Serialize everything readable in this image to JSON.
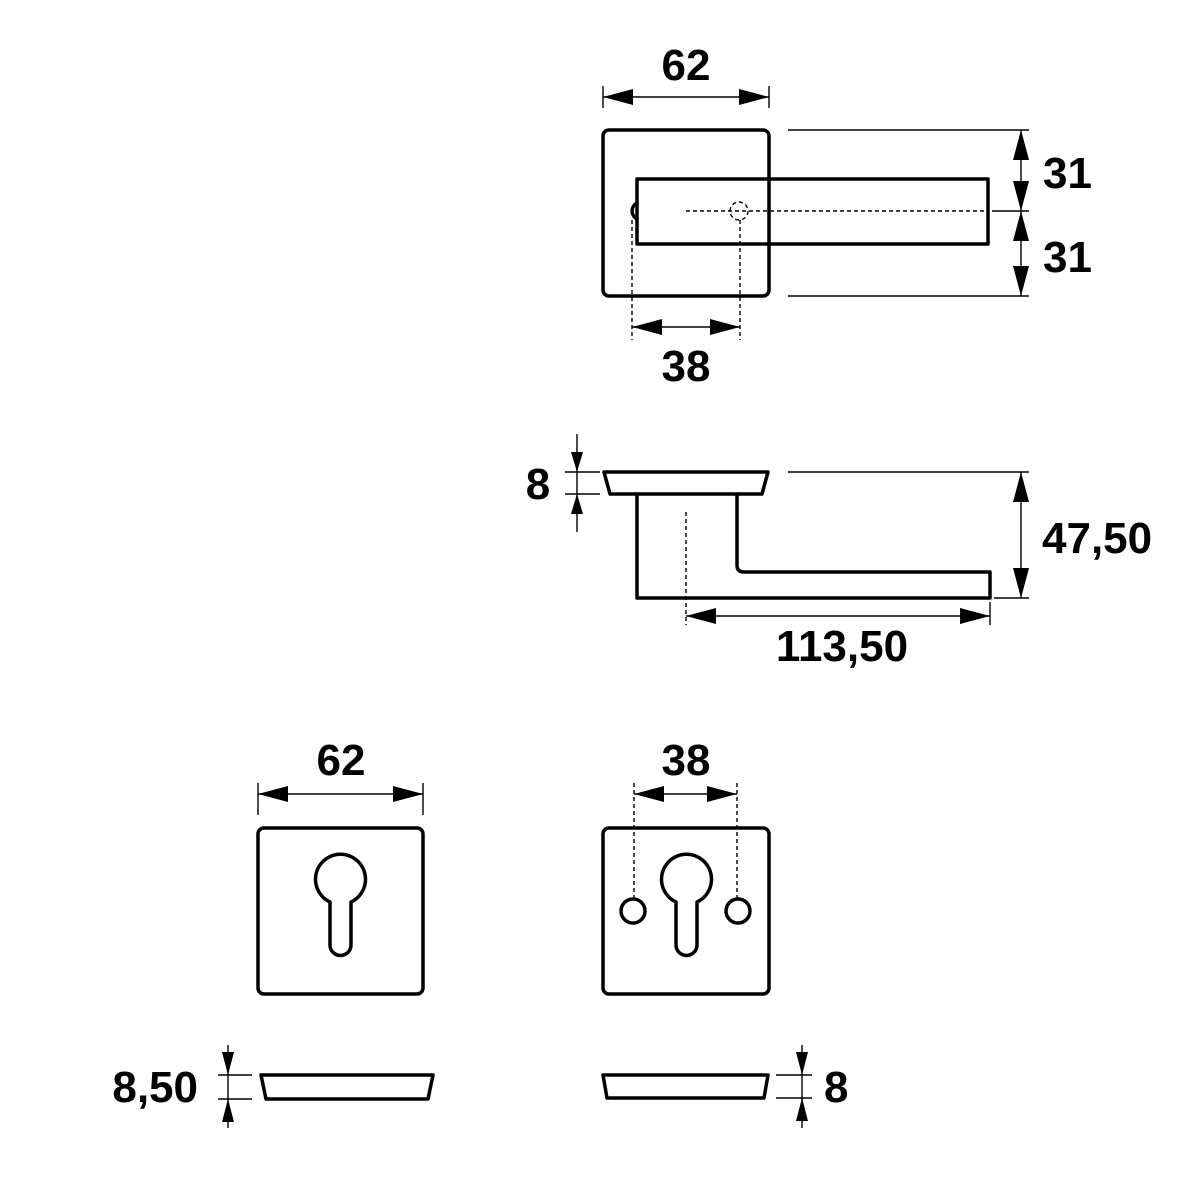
{
  "dimensions": {
    "rose_width_top": "62",
    "lever_upper_half": "31",
    "lever_lower_half": "31",
    "screw_spacing_top": "38",
    "rose_height_side": "8",
    "lever_height_side": "47,50",
    "lever_length_side": "113,50",
    "escutcheon_width": "62",
    "escutcheon_screw_spacing": "38",
    "escutcheon_thickness_left": "8,50",
    "escutcheon_thickness_right": "8"
  }
}
